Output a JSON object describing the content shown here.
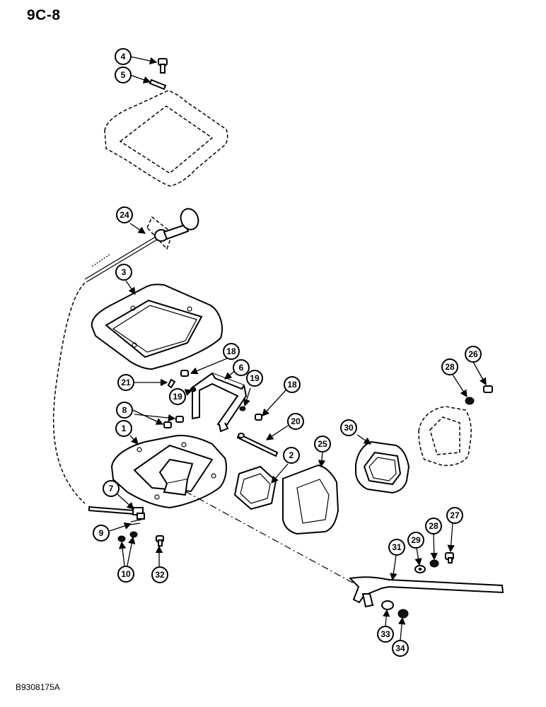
{
  "page_code": "9C-8",
  "doc_code": "B9308175A",
  "callouts": [
    "4",
    "5",
    "24",
    "3",
    "18",
    "6",
    "21",
    "19",
    "19",
    "18",
    "8",
    "20",
    "1",
    "2",
    "25",
    "30",
    "28",
    "26",
    "7",
    "9",
    "10",
    "32",
    "31",
    "29",
    "28",
    "27",
    "33",
    "34"
  ]
}
